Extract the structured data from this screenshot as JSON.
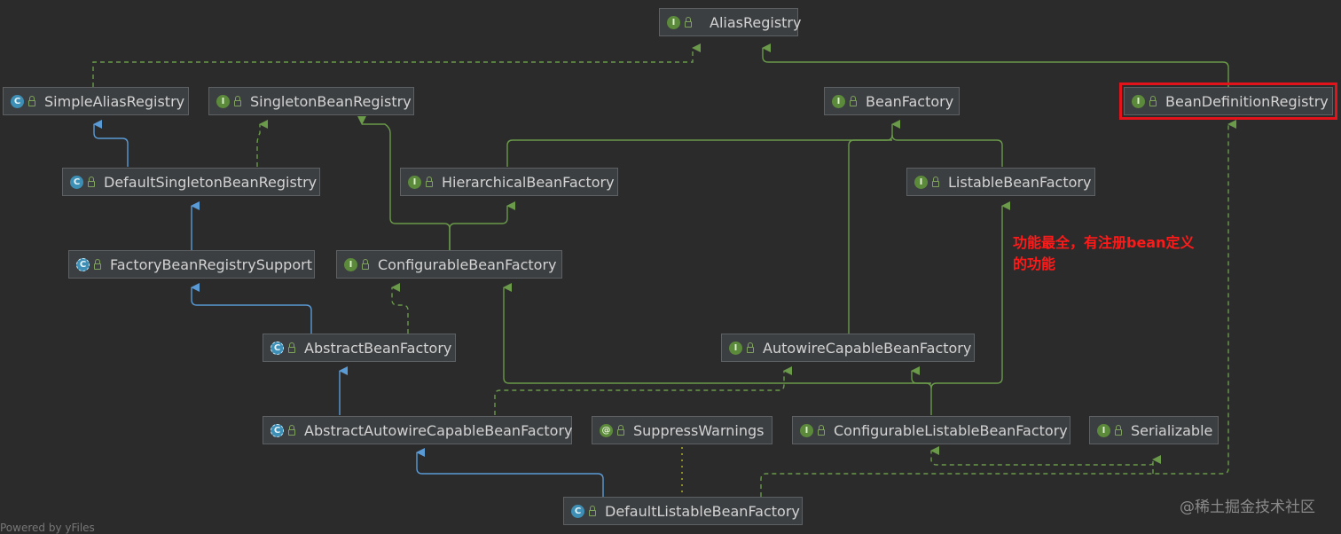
{
  "nodes": {
    "alias_registry": {
      "label": "AliasRegistry",
      "kind": "I"
    },
    "simple_alias_registry": {
      "label": "SimpleAliasRegistry",
      "kind": "C"
    },
    "singleton_bean_registry": {
      "label": "SingletonBeanRegistry",
      "kind": "I"
    },
    "bean_factory": {
      "label": "BeanFactory",
      "kind": "I"
    },
    "bean_definition_registry": {
      "label": "BeanDefinitionRegistry",
      "kind": "I"
    },
    "default_singleton_bean_registry": {
      "label": "DefaultSingletonBeanRegistry",
      "kind": "C"
    },
    "hierarchical_bean_factory": {
      "label": "HierarchicalBeanFactory",
      "kind": "I"
    },
    "listable_bean_factory": {
      "label": "ListableBeanFactory",
      "kind": "I"
    },
    "factory_bean_registry_support": {
      "label": "FactoryBeanRegistrySupport",
      "kind": "C"
    },
    "configurable_bean_factory": {
      "label": "ConfigurableBeanFactory",
      "kind": "I"
    },
    "abstract_bean_factory": {
      "label": "AbstractBeanFactory",
      "kind": "C"
    },
    "autowire_capable_bean_factory": {
      "label": "AutowireCapableBeanFactory",
      "kind": "I"
    },
    "abstract_autowire_capable_bean_factory": {
      "label": "AbstractAutowireCapableBeanFactory",
      "kind": "C"
    },
    "suppress_warnings": {
      "label": "SuppressWarnings",
      "kind": "@"
    },
    "configurable_listable_bean_factory": {
      "label": "ConfigurableListableBeanFactory",
      "kind": "I"
    },
    "serializable": {
      "label": "Serializable",
      "kind": "I"
    },
    "default_listable_bean_factory": {
      "label": "DefaultListableBeanFactory",
      "kind": "C"
    }
  },
  "annotation": {
    "line1": "功能最全，有注册bean定义",
    "line2": "的功能"
  },
  "watermark": "@稀土掘金技术社区",
  "footer": "Powered by yFiles",
  "colors": {
    "extends": "#5b9bd5",
    "implements": "#6a9a4a",
    "highlight": "#e3131b",
    "background": "#2b2b2b"
  }
}
